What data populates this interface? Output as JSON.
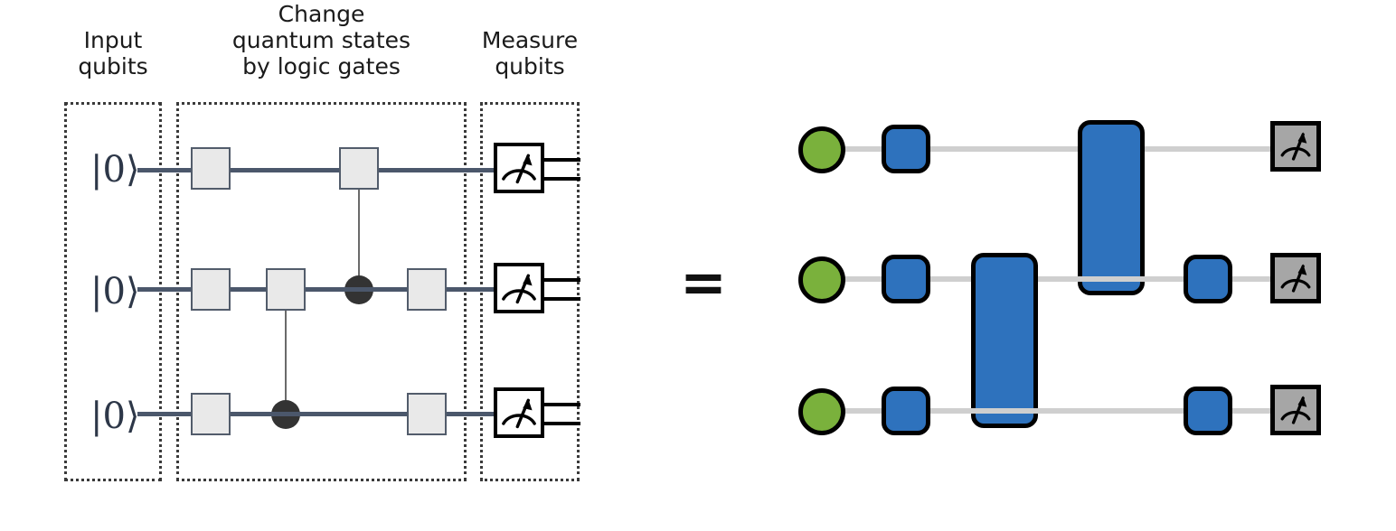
{
  "figure": {
    "relation_symbol": "=",
    "colors": {
      "gate_classic_fill": "#e9e9e9",
      "gate_classic_border": "#525c6b",
      "wire_classic": "#4b576b",
      "wire_modern": "#cfcfcf",
      "gate_modern_fill": "#2e72bd",
      "qubit_init_fill": "#7ab13c",
      "measure_modern_fill": "#a6a6a6",
      "measure_classic_fill": "#ffffff",
      "control_dot": "#333333",
      "outline": "#000000",
      "background": "#ffffff"
    }
  },
  "left_circuit": {
    "sections": [
      {
        "id": "input",
        "label_line1": "Input",
        "label_line2": "qubits"
      },
      {
        "id": "gates",
        "label_line1": "Change",
        "label_line2": "quantum states",
        "label_line3": "by logic gates"
      },
      {
        "id": "measure",
        "label_line1": "Measure",
        "label_line2": "qubits"
      }
    ],
    "qubits": [
      {
        "index": 0,
        "state_label": "|0⟩",
        "gate_count": 2
      },
      {
        "index": 1,
        "state_label": "|0⟩",
        "gate_count": 3
      },
      {
        "index": 2,
        "state_label": "|0⟩",
        "gate_count": 2
      }
    ],
    "controls": [
      {
        "from_qubit": 0,
        "to_qubit": 1,
        "type": "control-dot"
      },
      {
        "from_qubit": 1,
        "to_qubit": 2,
        "type": "control-dot"
      }
    ],
    "measure_icon": "meter-icon"
  },
  "right_circuit": {
    "qubits": [
      {
        "index": 0,
        "init_icon": "qubit-init-circle",
        "measure_icon": "meter-icon"
      },
      {
        "index": 1,
        "init_icon": "qubit-init-circle",
        "measure_icon": "meter-icon"
      },
      {
        "index": 2,
        "init_icon": "qubit-init-circle",
        "measure_icon": "meter-icon"
      }
    ],
    "gates": [
      {
        "id": "g1-q0",
        "qubits": [
          0
        ],
        "span": 1
      },
      {
        "id": "g1-q1",
        "qubits": [
          1
        ],
        "span": 1
      },
      {
        "id": "g1-q2",
        "qubits": [
          2
        ],
        "span": 1
      },
      {
        "id": "g2-q1q2",
        "qubits": [
          1,
          2
        ],
        "span": 2
      },
      {
        "id": "g3-q0q1",
        "qubits": [
          0,
          1
        ],
        "span": 2
      },
      {
        "id": "g4-q1",
        "qubits": [
          1
        ],
        "span": 1
      },
      {
        "id": "g4-q2",
        "qubits": [
          2
        ],
        "span": 1
      }
    ]
  }
}
